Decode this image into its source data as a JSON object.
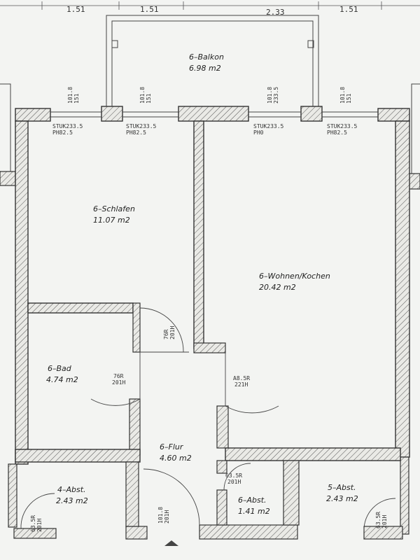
{
  "dimensions_top": [
    "1.51",
    "1.51",
    "2.33",
    "1.51"
  ],
  "rooms": [
    {
      "name": "6–Balkon",
      "area": "6.98 m2"
    },
    {
      "name": "6–Schlafen",
      "area": "11.07 m2"
    },
    {
      "name": "6–Wohnen/Kochen",
      "area": "20.42 m2"
    },
    {
      "name": "6–Bad",
      "area": "4.74 m2"
    },
    {
      "name": "6–Flur",
      "area": "4.60 m2"
    },
    {
      "name": "4–Abst.",
      "area": "2.43 m2"
    },
    {
      "name": "6–Abst.",
      "area": "1.41 m2"
    },
    {
      "name": "5–Abst.",
      "area": "2.43 m2"
    }
  ],
  "window_labels": {
    "w1_top": "101.8",
    "w1_bot": "151",
    "w2_top": "101.8",
    "w2_bot": "151",
    "w3_top": "101.8",
    "w3_bot": "233.5",
    "w4_top": "101.8",
    "w4_bot": "151",
    "s1_top": "STUK233.5",
    "s1_bot": "PH82.5",
    "s2_top": "STUK233.5",
    "s2_bot": "PH82.5",
    "s3_top": "STUK233.5",
    "s3_bot": "PH0",
    "s4_top": "STUK233.5",
    "s4_bot": "PH82.5"
  },
  "door_labels": {
    "d_schlafen_top": "76R",
    "d_schlafen_bot": "201H",
    "d_bad_top": "76R",
    "d_bad_bot": "201H",
    "d_wohnen_top": "A8.5R",
    "d_wohnen_bot": "221H",
    "d_abst6_top": "63.5R",
    "d_abst6_bot": "201H",
    "d_entry_top": "101.8",
    "d_entry_bot": "201H",
    "d_abst4_top": "63.5R",
    "d_abst4_bot": "201H",
    "d_abst5_top": "63.5R",
    "d_abst5_bot": "201H"
  }
}
